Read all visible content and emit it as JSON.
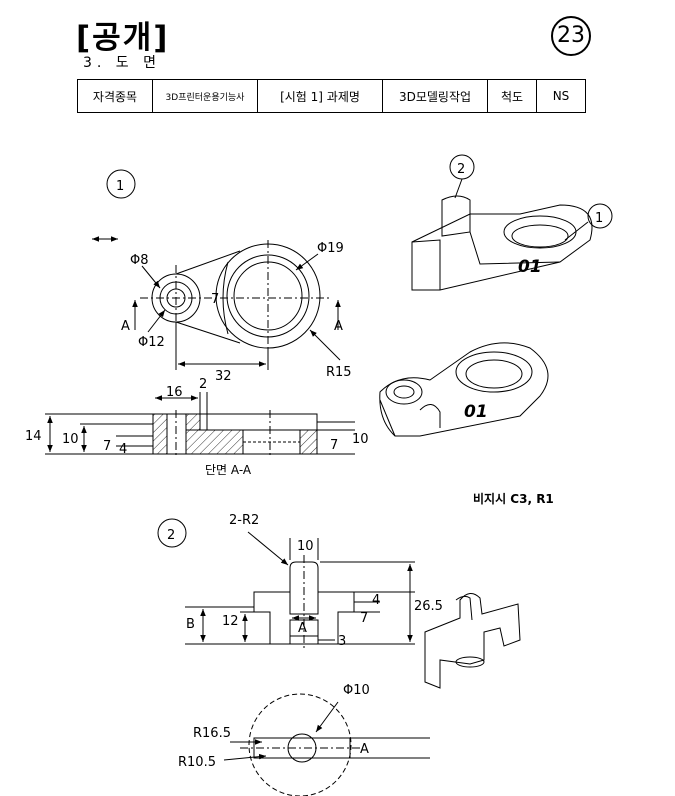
{
  "header": {
    "title": "[공개]",
    "subtitle": "3. 도 면",
    "sheet_number": "23"
  },
  "info_table": {
    "cells": [
      "자격종목",
      "3D프린터운용기능사",
      "[시험 1] 과제명",
      "3D모델링작업",
      "척도",
      "NS"
    ]
  },
  "part1": {
    "balloon": "1",
    "dims": {
      "phi8": "Φ8",
      "phi12": "Φ12",
      "phi19": "Φ19",
      "r15": "R15",
      "d7": "7",
      "d32": "32",
      "sectionA_left": "A",
      "sectionA_right": "A",
      "d16": "16",
      "d2": "2",
      "d14": "14",
      "d10_left": "10",
      "d7_left": "7",
      "d4": "4",
      "d7_right": "7",
      "d10_right": "10"
    },
    "section_label": "단면 A-A",
    "iso_text": "01",
    "iso_balloon_1": "1",
    "iso_balloon_2": "2"
  },
  "note": "비지시 C3, R1",
  "part2": {
    "balloon": "2",
    "dims": {
      "r2": "2-R2",
      "d10": "10",
      "d4": "4",
      "d26_5": "26.5",
      "b": "B",
      "d12": "12",
      "d7": "7",
      "a": "A",
      "d3": "3",
      "phi10": "Φ10",
      "r16_5": "R16.5",
      "r10_5": "R10.5",
      "a_bottom": "A"
    }
  }
}
